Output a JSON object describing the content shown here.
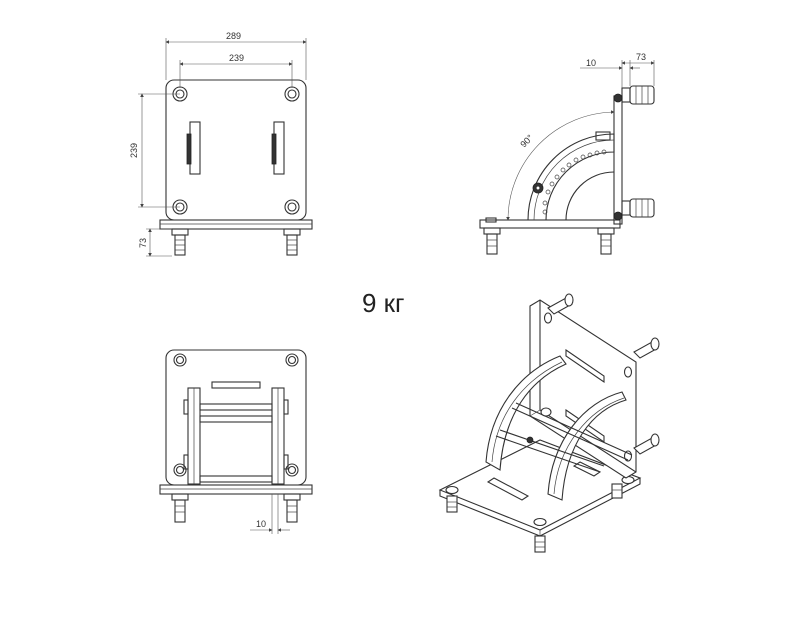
{
  "weight_label": "9 кг",
  "views": {
    "front": {
      "width_outer": "289",
      "width_inner": "239",
      "height": "239",
      "leg_height": "73"
    },
    "side": {
      "offset": "10",
      "leg": "73",
      "angle": "90°"
    },
    "top": {
      "offset": "10"
    }
  }
}
